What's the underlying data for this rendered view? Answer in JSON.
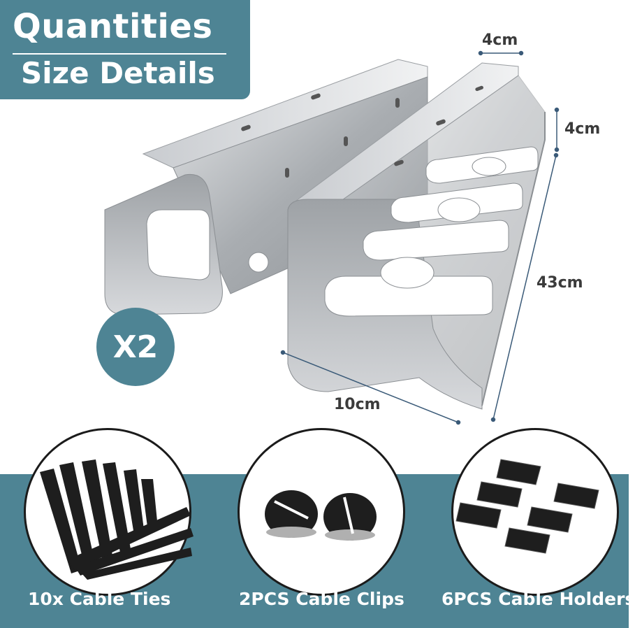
{
  "header": {
    "title_line1": "Quantities",
    "title_line2": "Size Details"
  },
  "product": {
    "quantity_badge": "X2",
    "dimensions": {
      "top_width": "4cm",
      "height": "4cm",
      "length": "43cm",
      "depth": "10cm"
    }
  },
  "accessories": [
    {
      "label": "10x Cable Ties",
      "icon": "cable-ties-icon"
    },
    {
      "label": "2PCS Cable Clips",
      "icon": "cable-clips-icon"
    },
    {
      "label": "6PCS Cable Holders",
      "icon": "cable-holders-icon"
    }
  ],
  "colors": {
    "brand_teal": "#4e8494",
    "dimension_line": "#3a5a78",
    "metal": "#b7bbbf",
    "accessory_black": "#1e1e1e"
  }
}
